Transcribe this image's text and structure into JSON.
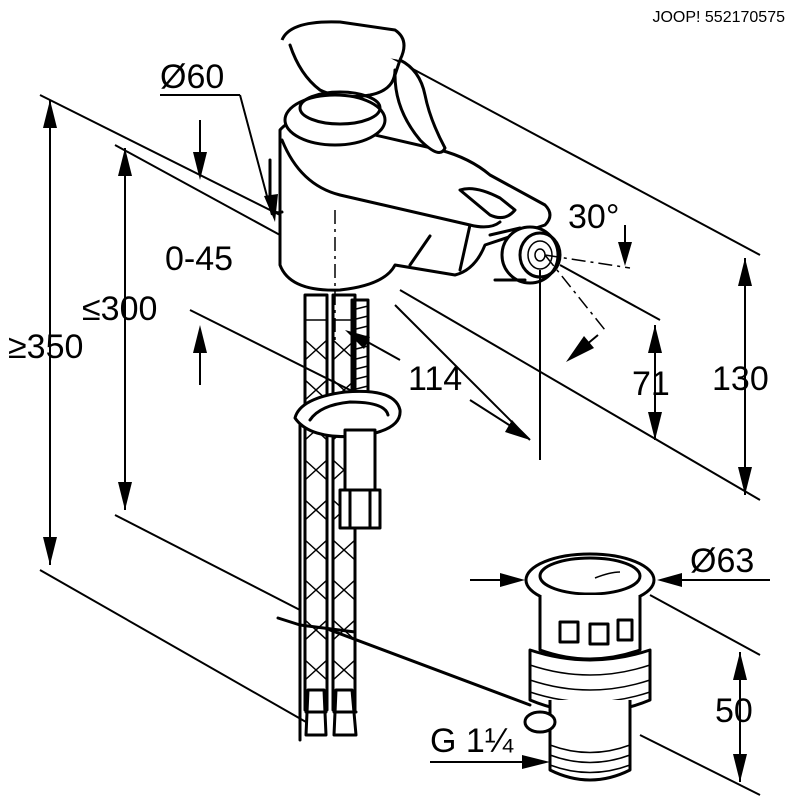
{
  "header": {
    "product_code": "JOOP! 552170575"
  },
  "dimensions": {
    "outlet_diameter": "Ø60",
    "lever_range": "0-45",
    "max_height_300": "≤300",
    "min_height_350": "≥350",
    "spout_reach": "114",
    "spray_angle": "30°",
    "spout_height": "71",
    "total_height": "130",
    "waste_diameter": "Ø63",
    "waste_height": "50",
    "waste_thread": "G 1¼"
  }
}
